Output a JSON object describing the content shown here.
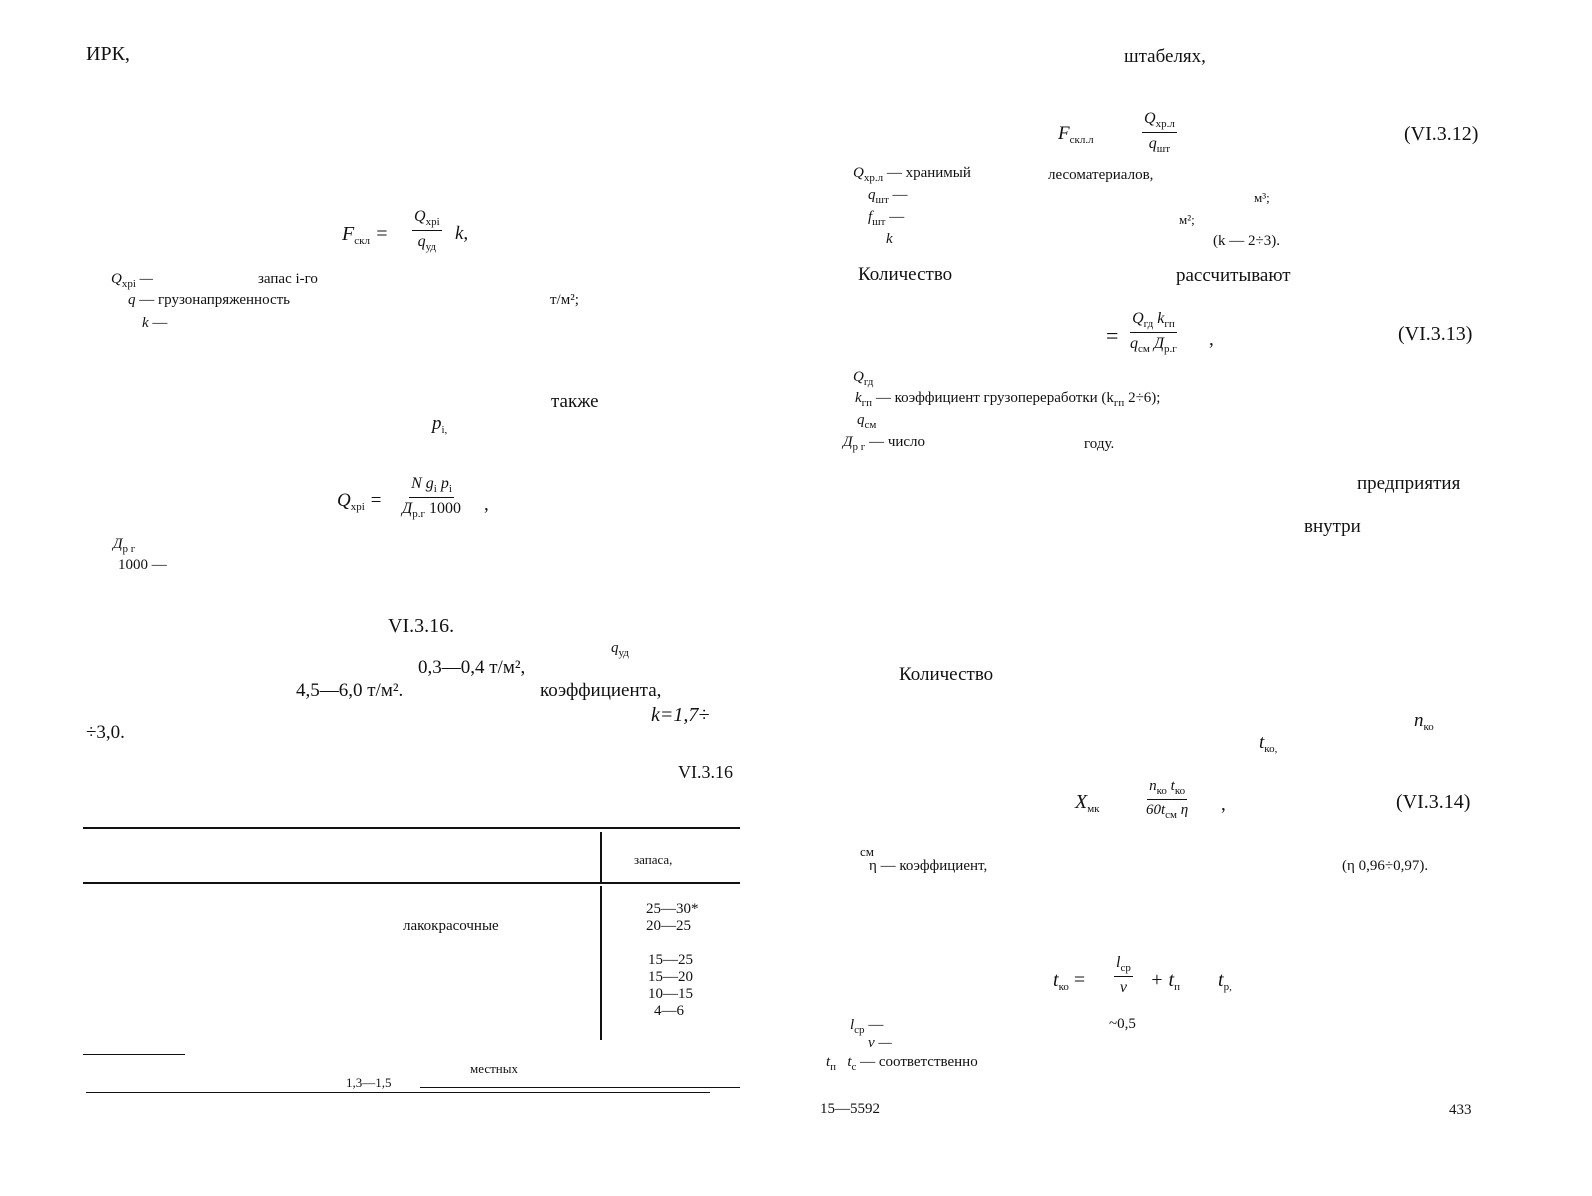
{
  "left_page": {
    "p1_word": "ИРК,",
    "f1": {
      "lhs": "F",
      "lhs_sub": "скл",
      "eq": "=",
      "num": "Q",
      "num_sub": "xpi",
      "den": "q",
      "den_sub": "уд",
      "tail": "k,"
    },
    "def1": {
      "sym": "Q",
      "sym_sub": "xpi",
      "dash": "—",
      "text": "запас i-го"
    },
    "def2": {
      "sym": "q",
      "dash": "— грузонапряженность",
      "unit": "т/м²;"
    },
    "def3": {
      "sym": "k",
      "dash": "—"
    },
    "word_takzhe": "также",
    "pi": "p",
    "pi_sub": "i,",
    "f2": {
      "lhs": "Q",
      "lhs_sub": "xpi",
      "eq": "=",
      "num": "N g",
      "num_sub1": "i",
      "num2": " p",
      "num_sub2": "i",
      "den": "Д",
      "den_sub": "р.г",
      "den2": " 1000",
      "tail": ","
    },
    "def4": {
      "sym": "Д",
      "sym_sub": "р г"
    },
    "def5": "1000 —",
    "ref_vi": "VI.3.16.",
    "q_ud": "q",
    "q_ud_sub": "уд",
    "range1": "0,3—0,4  т/м²,",
    "range2": "4,5—6,0  т/м².",
    "koef": "коэффициента,",
    "k_eq": "k=1,7÷",
    "k_end": "÷3,0.",
    "table_title": "VI.3.16",
    "table": {
      "header": "запаса,",
      "row_label": "лакокрасочные",
      "values": [
        "25—30*",
        "20—25",
        "15—25",
        "15—20",
        "10—15",
        "4—6"
      ]
    },
    "footnote_word": "местных",
    "footnote_range": "1,3—1,5"
  },
  "right_page": {
    "head_word": "штабелях,",
    "f12": {
      "lhs": "F",
      "lhs_sub": "скл.л",
      "num": "Q",
      "num_sub": "xp.л",
      "den": "q",
      "den_sub": "шт",
      "label": "(VI.3.12)"
    },
    "d1": {
      "sym": "Q",
      "sym_sub": "xp.л",
      "text": "— хранимый",
      "text2": "лесоматериалов,"
    },
    "d2": {
      "sym": "q",
      "sym_sub": "шт",
      "dash": "—",
      "unit": "м³;"
    },
    "d3": {
      "sym": "f",
      "sym_sub": "шт",
      "dash": "—",
      "unit": "м²;"
    },
    "d4": {
      "sym": "k",
      "note": "(k — 2÷3)."
    },
    "kol1": "Количество",
    "rasch": "рассчитывают",
    "f13": {
      "eq": "=",
      "num": "Q",
      "num_sub": "гд",
      "num2": " k",
      "num_sub2": "гп",
      "den": "q",
      "den_sub": "см",
      "den2": " Д",
      "den_sub2": "р.г",
      "tail": ",",
      "label": "(VI.3.13)"
    },
    "e1": {
      "sym": "Q",
      "sym_sub": "гд"
    },
    "e2": {
      "sym": "k",
      "sym_sub": "гп",
      "text": "— коэффициент грузопереработки (k",
      "text_sub": "гп",
      "text2": "  2÷6);"
    },
    "e3": {
      "sym": "q",
      "sym_sub": "см"
    },
    "e4": {
      "sym": "Д",
      "sym_sub": "р г",
      "text": "— число",
      "text2": "году."
    },
    "predpr": "предприятия",
    "vnutri": "внутри",
    "kol2": "Количество",
    "n_ko": "n",
    "n_ko_sub": "ко",
    "t_ko": "t",
    "t_ko_sub": "ко,",
    "f14": {
      "lhs": "X",
      "lhs_sub": "мк",
      "num": "n",
      "num_sub": "ко",
      "num2": " t",
      "num_sub2": "ко",
      "den": "60t",
      "den_sub": "см",
      "den2": " η",
      "tail": ",",
      "label": "(VI.3.14)"
    },
    "g0": "см",
    "g1": "η — коэффициент,",
    "g1_note": "(η   0,96÷0,97).",
    "f15": {
      "lhs": "t",
      "lhs_sub": "ко",
      "eq": "=",
      "num": "l",
      "num_sub": "ср",
      "den": "v",
      "plus": "+ t",
      "plus_sub": "п",
      "tp": "t",
      "tp_sub": "р,"
    },
    "h1": {
      "sym": "l",
      "sym_sub": "ср",
      "dash": "—",
      "val": "~0,5"
    },
    "h2": "v —",
    "h3": {
      "sym": "t",
      "sym_sub": "п",
      "sym2": "t",
      "sym2_sub": "с",
      "text": "— соответственно"
    },
    "footer_left": "15—5592",
    "page_number": "433"
  }
}
